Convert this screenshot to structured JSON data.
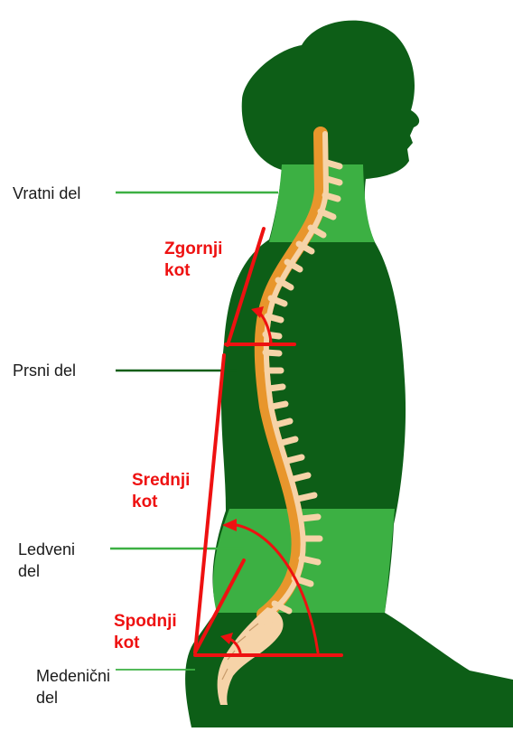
{
  "regions": [
    {
      "line1": "Vratni del",
      "line2": ""
    },
    {
      "line1": "Prsni del",
      "line2": ""
    },
    {
      "line1": "Ledveni",
      "line2": "del"
    },
    {
      "line1": "Medenični",
      "line2": "del"
    }
  ],
  "angles": [
    {
      "line1": "Zgornji",
      "line2": "kot"
    },
    {
      "line1": "Srednji",
      "line2": "kot"
    },
    {
      "line1": "Spodnji",
      "line2": "kot"
    }
  ],
  "colors": {
    "body_dark": "#0d5e17",
    "body_light": "#3cb043",
    "spine_orange": "#e8962c",
    "vertebra": "#f6d3a8",
    "angle_red": "#ee1111",
    "leader_light": "#3cb043",
    "leader_dark": "#0d5e17"
  }
}
